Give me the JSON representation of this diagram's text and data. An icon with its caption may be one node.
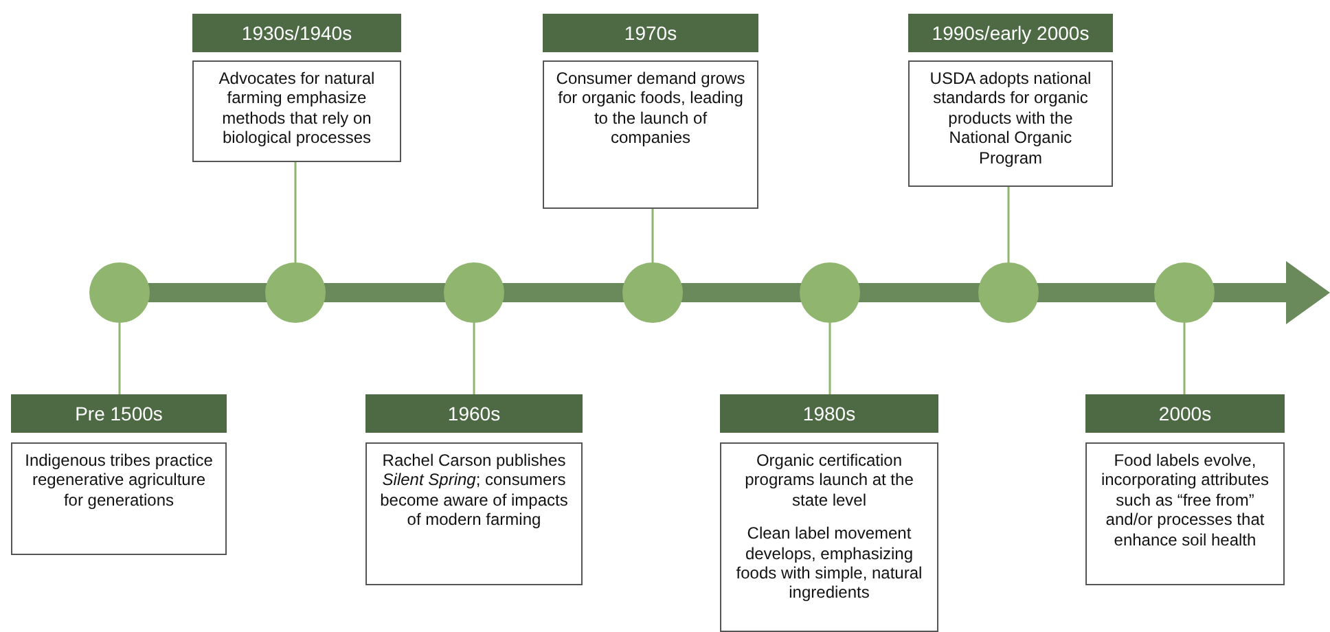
{
  "diagram": {
    "nodes": [
      {
        "text": [],
        "shape": "circle"
      },
      {
        "text": [],
        "shape": "circle"
      },
      {
        "text": [],
        "shape": "circle"
      },
      {
        "text": [],
        "shape": "circle"
      },
      {
        "text": [],
        "shape": "circle"
      },
      {
        "text": [],
        "shape": "circle"
      },
      {
        "text": [],
        "shape": "circle"
      },
      {
        "text": [
          "Pre 1500s"
        ]
      },
      {
        "text": [
          "Indigenous tribes practice regenerative agriculture for generations"
        ]
      },
      {
        "text": [
          "1930s/1940s"
        ]
      },
      {
        "text": [
          "Advocates for natural farming emphasize methods that rely on biological processes"
        ]
      },
      {
        "text": [
          "1960s"
        ]
      },
      {
        "text": [
          "Rachel Carson publishes *Silent Spring*; consumers become aware of impacts of modern farming"
        ]
      },
      {
        "text": [
          "1970s"
        ]
      },
      {
        "text": [
          "Consumer demand grows for organic foods, leading to the launch of companies"
        ]
      },
      {
        "text": [
          "1980s"
        ]
      },
      {
        "text": [
          "Organic certification programs launch at the state level",
          "Clean label movement develops, emphasizing foods with simple, natural ingredients"
        ]
      },
      {
        "text": [
          "1990s/early 2000s"
        ]
      },
      {
        "text": [
          "USDA adopts national standards for organic products with the National Organic Program"
        ]
      },
      {
        "text": [
          "2000s"
        ]
      },
      {
        "text": [
          "Food labels evolve, incorporating attributes such as “free from” and/or processes that enhance soil health"
        ]
      }
    ],
    "edges": [
      {
        "from": 0,
        "to": 7,
        "arrow": "none"
      },
      {
        "from": 1,
        "to": 10,
        "arrow": "none"
      },
      {
        "from": 2,
        "to": 11,
        "arrow": "none"
      },
      {
        "from": 3,
        "to": 14,
        "arrow": "none"
      },
      {
        "from": 4,
        "to": 15,
        "arrow": "none"
      },
      {
        "from": 5,
        "to": 18,
        "arrow": "none"
      },
      {
        "from": 6,
        "to": 19,
        "arrow": "none"
      }
    ]
  }
}
